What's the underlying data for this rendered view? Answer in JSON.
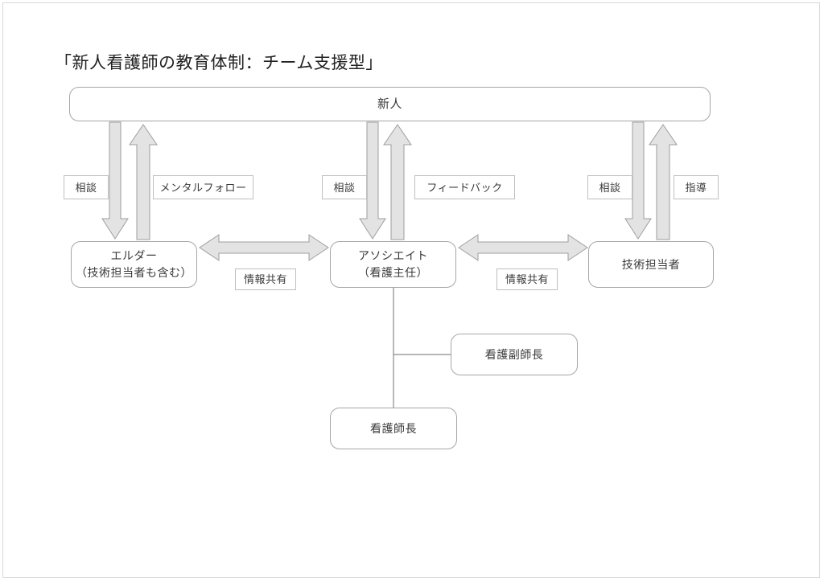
{
  "diagram": {
    "title": "「新人看護師の教育体制：チーム支援型」",
    "nodes": {
      "newcomer": "新人",
      "elder_line1": "エルダー",
      "elder_line2": "（技術担当者も含む）",
      "associate_line1": "アソシエイト",
      "associate_line2": "（看護主任）",
      "tech": "技術担当者",
      "vice_chief": "看護副師長",
      "chief": "看護師長"
    },
    "edge_labels": {
      "consult_left": "相談",
      "mental_follow": "メンタルフォロー",
      "consult_mid": "相談",
      "feedback": "フィードバック",
      "consult_right": "相談",
      "guidance": "指導",
      "info_share_left": "情報共有",
      "info_share_right": "情報共有"
    },
    "colors": {
      "arrow_fill": "#e3e3e3",
      "arrow_stroke": "#9e9e9e",
      "node_border": "#a6a6a6",
      "text": "#3a3a3a",
      "page_border": "#d9d9d9"
    }
  }
}
